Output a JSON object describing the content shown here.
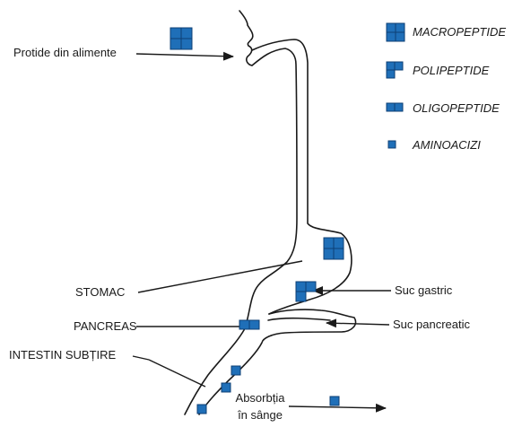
{
  "colors": {
    "block": "#1f6fb8",
    "block_edge": "#0e3f74",
    "line": "#1a1a1a",
    "background": "#ffffff"
  },
  "legend": [
    {
      "icon": "macropeptide-icon",
      "label": "MACROPEPTIDE"
    },
    {
      "icon": "polipeptide-icon",
      "label": "POLIPEPTIDE"
    },
    {
      "icon": "oligopeptide-icon",
      "label": "OLIGOPEPTIDE"
    },
    {
      "icon": "aminoacid-icon",
      "label": "AMINOACIZI"
    }
  ],
  "labels": {
    "intake": "Protide din alimente",
    "stomach": "STOMAC",
    "pancreas": "PANCREAS",
    "small_intestine": "INTESTIN SUBȚIRE",
    "gastric_juice": "Suc gastric",
    "pancreatic_juice": "Suc pancreatic",
    "absorption_line1": "Absorbția",
    "absorption_line2": "în sânge"
  }
}
